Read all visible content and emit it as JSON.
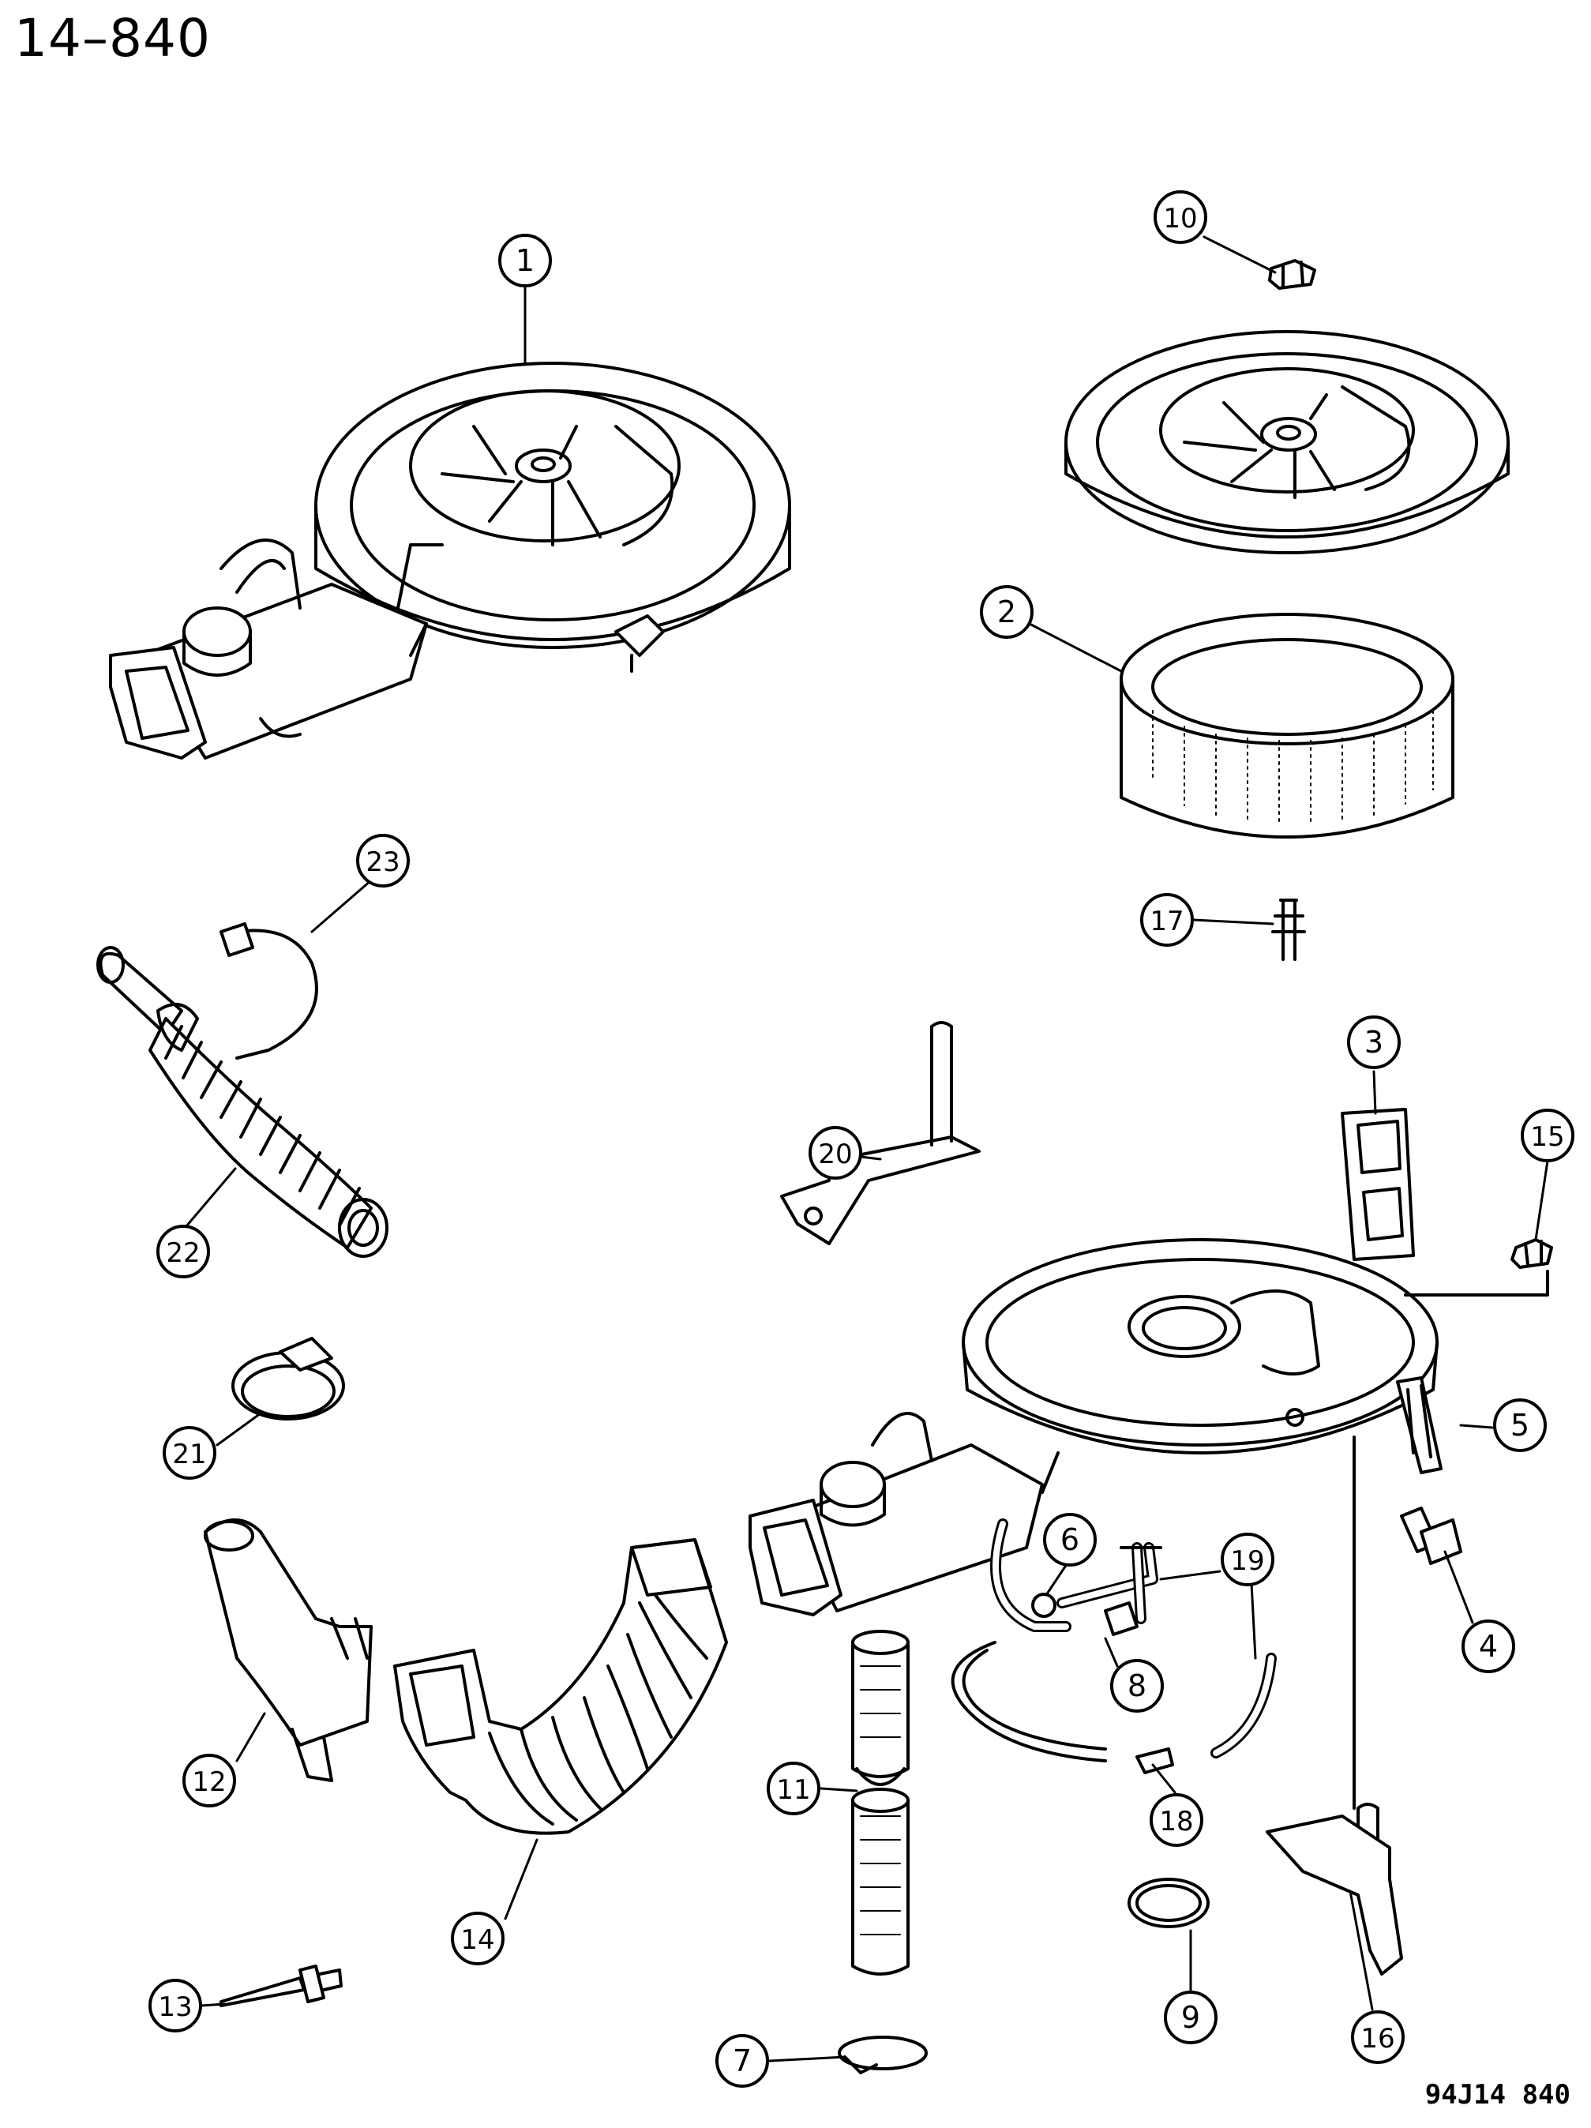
{
  "page_number": "14–840",
  "figure_code": "94J14  840",
  "callouts": [
    {
      "id": "callout-1",
      "label": "1"
    },
    {
      "id": "callout-2",
      "label": "2"
    },
    {
      "id": "callout-3",
      "label": "3"
    },
    {
      "id": "callout-4",
      "label": "4"
    },
    {
      "id": "callout-5",
      "label": "5"
    },
    {
      "id": "callout-6",
      "label": "6"
    },
    {
      "id": "callout-7",
      "label": "7"
    },
    {
      "id": "callout-8",
      "label": "8"
    },
    {
      "id": "callout-9",
      "label": "9"
    },
    {
      "id": "callout-10",
      "label": "10"
    },
    {
      "id": "callout-11",
      "label": "11"
    },
    {
      "id": "callout-12",
      "label": "12"
    },
    {
      "id": "callout-13",
      "label": "13"
    },
    {
      "id": "callout-14",
      "label": "14"
    },
    {
      "id": "callout-15",
      "label": "15"
    },
    {
      "id": "callout-16",
      "label": "16"
    },
    {
      "id": "callout-17",
      "label": "17"
    },
    {
      "id": "callout-18",
      "label": "18"
    },
    {
      "id": "callout-19",
      "label": "19"
    },
    {
      "id": "callout-20",
      "label": "20"
    },
    {
      "id": "callout-21",
      "label": "21"
    },
    {
      "id": "callout-22",
      "label": "22"
    },
    {
      "id": "callout-23",
      "label": "23"
    }
  ]
}
